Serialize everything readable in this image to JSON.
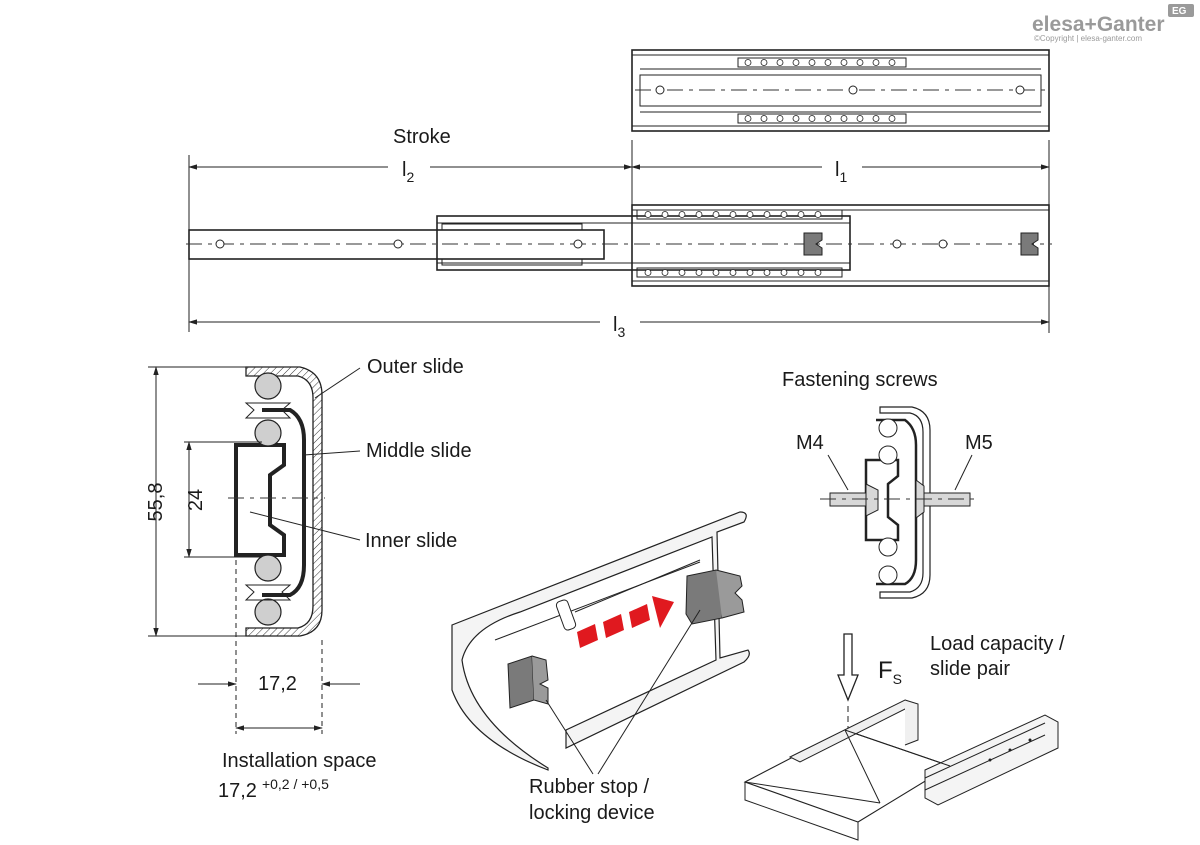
{
  "logo": {
    "brand": "elesa+Ganter",
    "badge": "EG",
    "copyright": "©Copyright | elesa-ganter.com"
  },
  "top_view": {
    "stroke_label": "Stroke",
    "l1": {
      "main": "l",
      "sub": "1"
    },
    "l2": {
      "main": "l",
      "sub": "2"
    },
    "l3": {
      "main": "l",
      "sub": "3"
    }
  },
  "section": {
    "outer_slide": "Outer slide",
    "middle_slide": "Middle slide",
    "inner_slide": "Inner slide",
    "height_total": "55,8",
    "height_inner": "24",
    "width": "17,2",
    "installation_label": "Installation space",
    "installation_value": "17,2",
    "installation_tolerance": "+0,2 / +0,5"
  },
  "fastening": {
    "title": "Fastening screws",
    "left": "M4",
    "right": "M5"
  },
  "rubber": {
    "line1": "Rubber stop /",
    "line2": "locking device"
  },
  "load": {
    "force_main": "F",
    "force_sub": "S",
    "line1": "Load capacity /",
    "line2": "slide pair"
  },
  "colors": {
    "arrow": "#e0191f",
    "part_fill": "#d8d8d8",
    "stop_fill": "#7a7a7a"
  }
}
